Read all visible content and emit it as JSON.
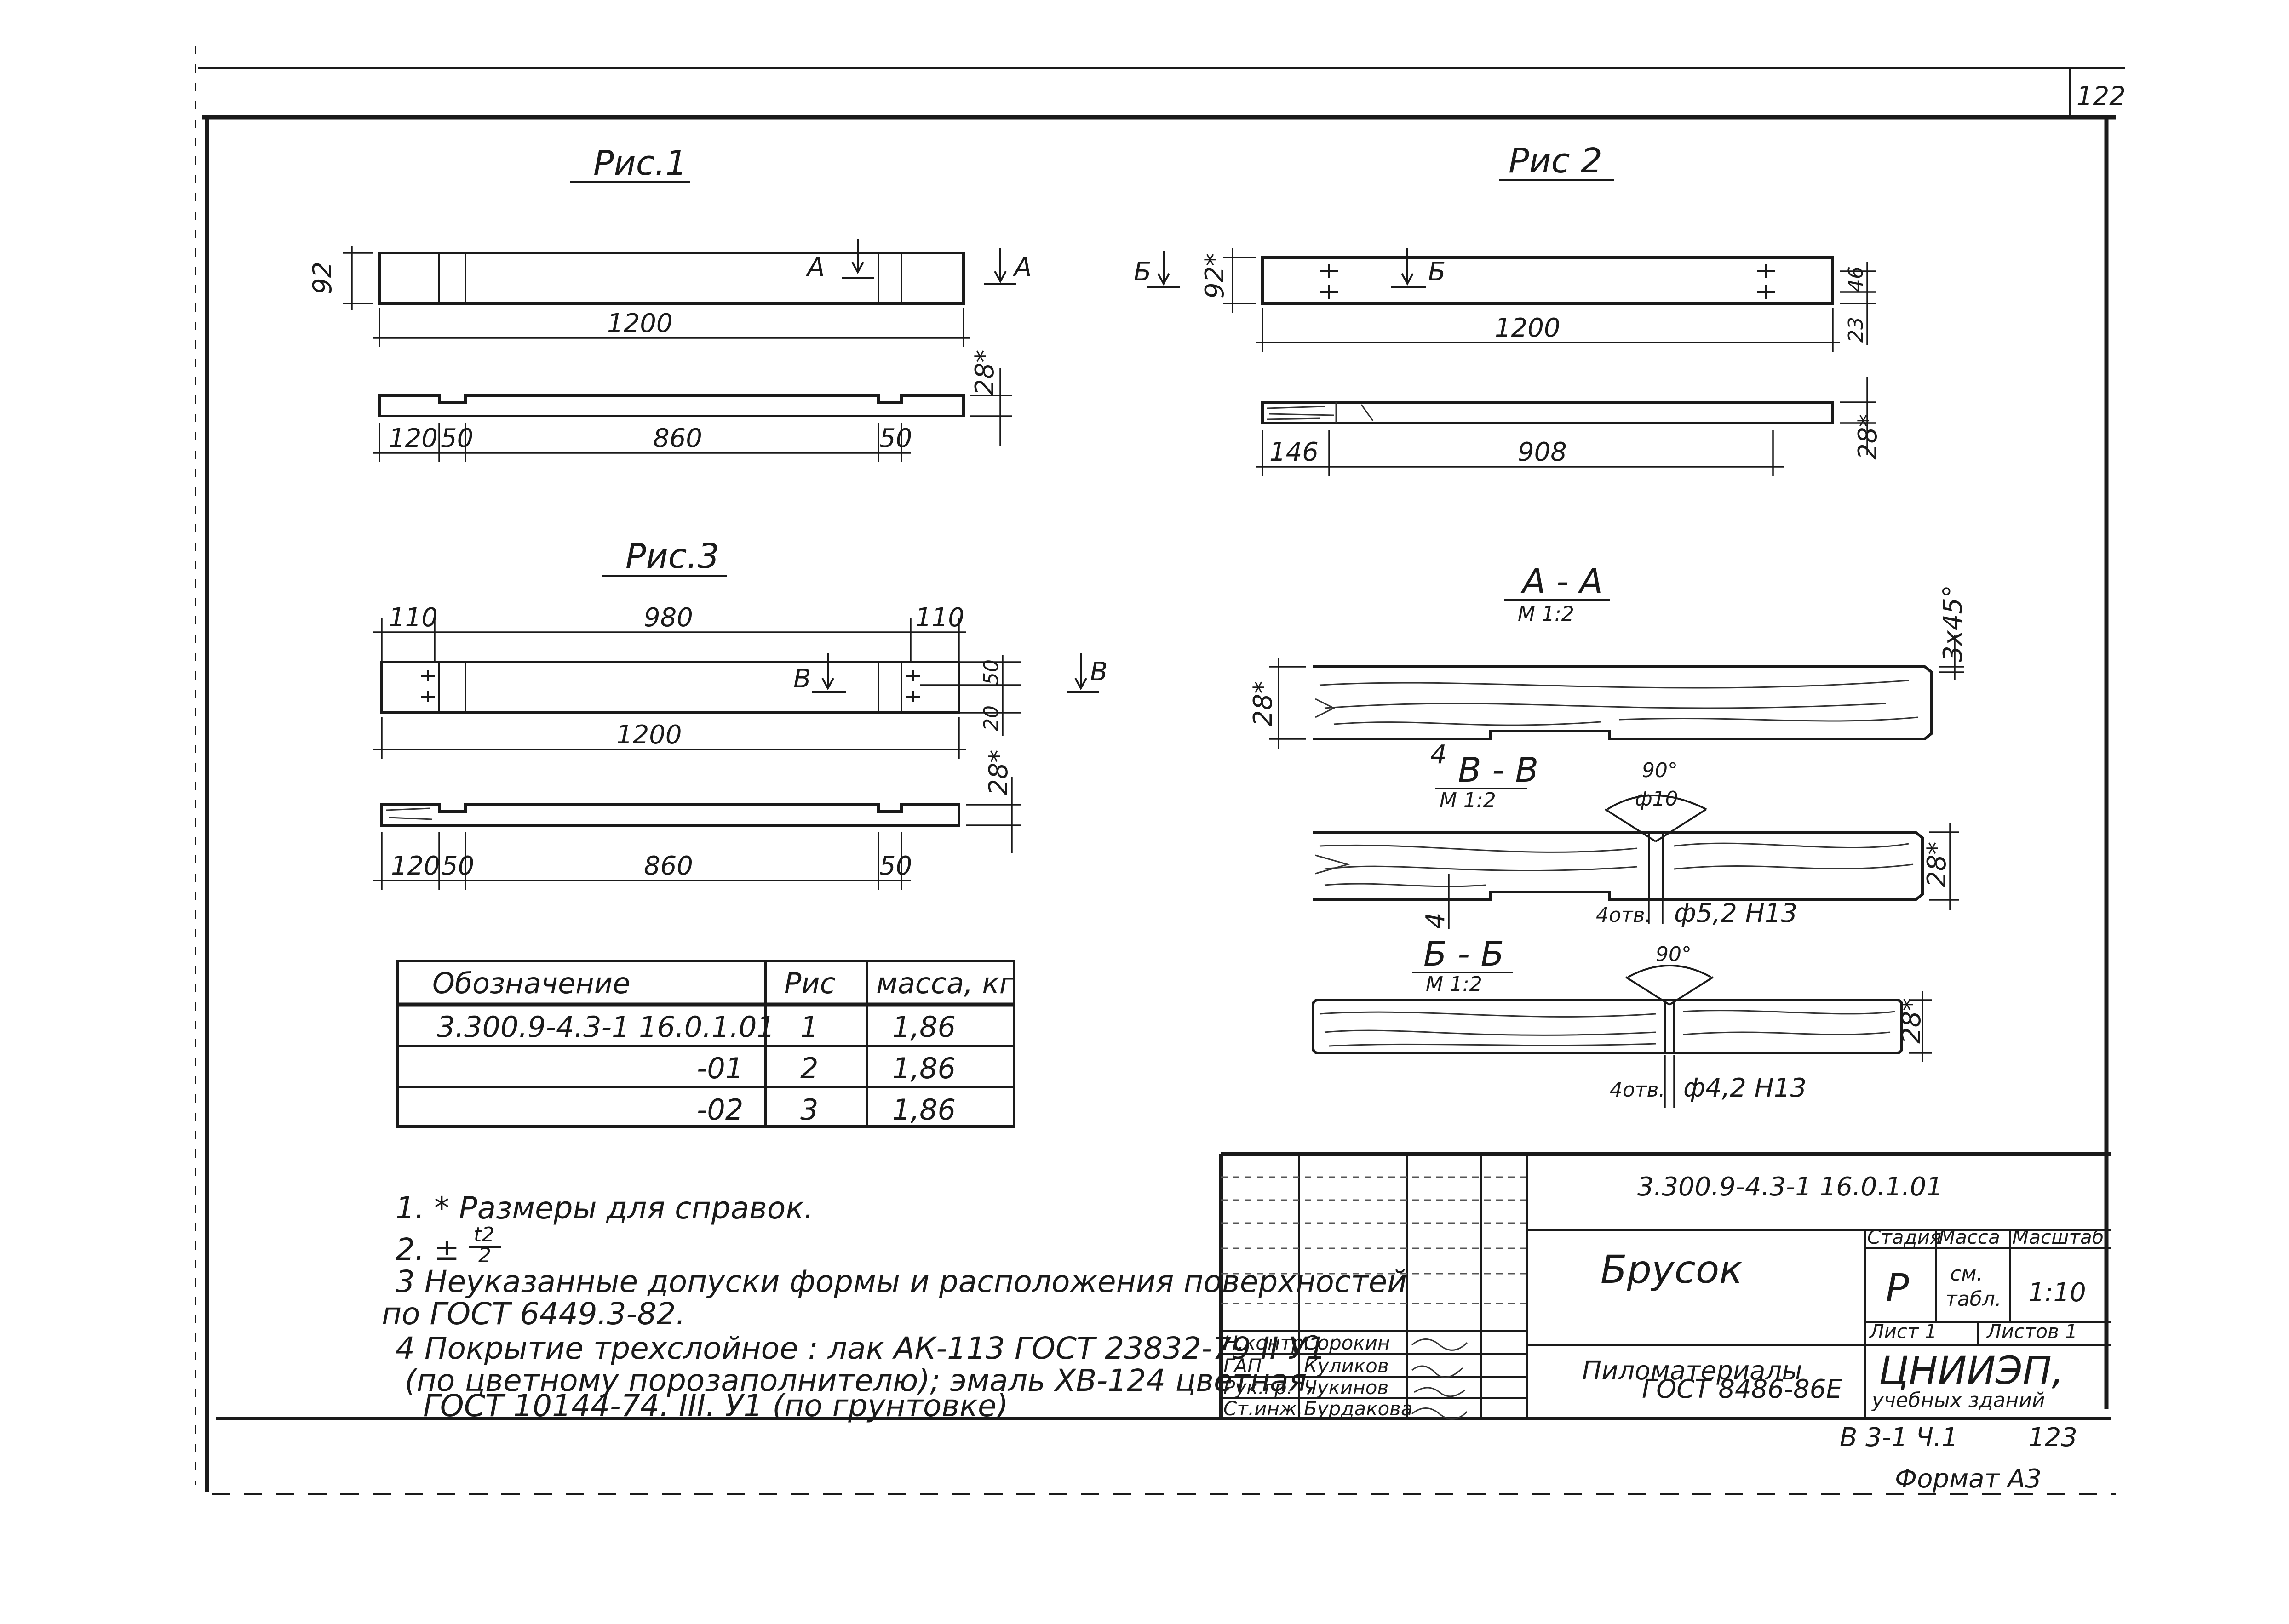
{
  "sheet_number": "122",
  "figures": {
    "fig1": {
      "title": "Рис.1",
      "length": "1200",
      "height": "92",
      "thickness": "28*",
      "section_marker": "A",
      "dim_a": "120",
      "dim_b": "50",
      "dim_c": "860",
      "dim_d": "50"
    },
    "fig2": {
      "title": "Рис 2",
      "length": "1200",
      "height": "92*",
      "hole_spacing": "46",
      "edge": "23",
      "thickness": "28*",
      "section_marker": "Б",
      "dim_a": "146",
      "dim_b": "908"
    },
    "fig3": {
      "title": "Рис.3",
      "length": "1200",
      "dim_top_left": "110",
      "dim_top_mid": "980",
      "dim_top_right": "110",
      "dim_right_1": "50",
      "dim_right_2": "20",
      "thickness": "28*",
      "section_marker": "В",
      "dim_a": "120",
      "dim_b": "50",
      "dim_c": "860",
      "dim_d": "50"
    },
    "section_aa": {
      "title": "А - А",
      "scale": "М 1:2",
      "thickness": "28*",
      "chamfer": "3х45°",
      "notch": "4"
    },
    "section_vv": {
      "title": "В - В",
      "scale": "М 1:2",
      "angle": "90°",
      "countersink": "ф10",
      "holes": "4отв.",
      "hole_dia": "ф5,2 Н13",
      "thickness": "28*",
      "notch": "4"
    },
    "section_bb": {
      "title": "Б - Б",
      "scale": "М 1:2",
      "angle": "90°",
      "holes": "4отв.",
      "hole_dia": "ф4,2 Н13",
      "thickness": "28*"
    }
  },
  "mass_table": {
    "headers": [
      "Обозначение",
      "Рис",
      "масса, кг"
    ],
    "rows": [
      [
        "3.300.9-4.3-1 16.0.1.01",
        "1",
        "1,86"
      ],
      [
        "-01",
        "2",
        "1,86"
      ],
      [
        "-02",
        "3",
        "1,86"
      ]
    ]
  },
  "notes": [
    "1. * Размеры для справок.",
    "2. ±",
    "t2",
    "2",
    "3 Неуказанные допуски формы и расположения поверхностей",
    "по ГОСТ   6449.3-82.",
    "4 Покрытие трехслойное : лак АК-113 ГОСТ 23832-79 II У1",
    "(по   цветному порозаполнителю); эмаль ХВ-124 цветная,",
    "ГОСТ 10144-74. III. У1 (по грунтовке)"
  ],
  "title_block": {
    "designation": "3.300.9-4.3-1 16.0.1.01",
    "name": "Брусок",
    "material_1": "Пиломатериалы",
    "material_2": "ГОСТ 8486-86Е",
    "stage_label": "Стадия",
    "mass_label": "Масса",
    "scale_label": "Масштаб",
    "stage": "Р",
    "mass_1": "см.",
    "mass_2": "табл.",
    "scale": "1:10",
    "sheet_label": "Лист 1",
    "sheets_label": "Листов 1",
    "org_1": "ЦНИИЭП,",
    "org_2": "учебных зданий",
    "roles": [
      "Н.контр.",
      "ГАП",
      "Рук.гр.",
      "Ст.инж."
    ],
    "names": [
      "Сорокин",
      "Куликов",
      "Чукинов",
      "Бурдакова"
    ],
    "album": "В 3-1 Ч.1",
    "page": "123",
    "format": "Формат А3"
  }
}
